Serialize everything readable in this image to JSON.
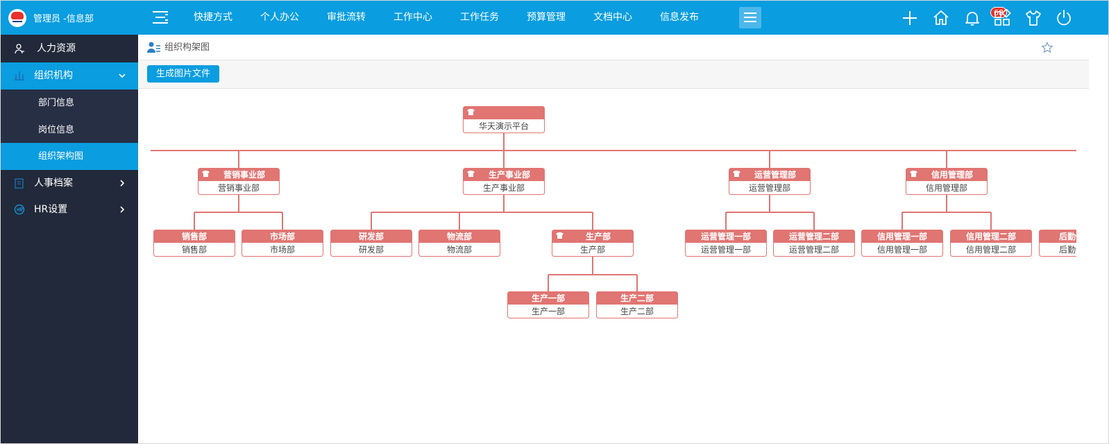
{
  "app": {
    "user_label": "管理员 -信息部",
    "nav": [
      "快捷方式",
      "个人办公",
      "审批流转",
      "工作中心",
      "工作任务",
      "预算管理",
      "文档中心",
      "信息发布"
    ],
    "notification_count": "68"
  },
  "sidebar": {
    "items": [
      {
        "label": "人力资源",
        "icon": "person-icon"
      },
      {
        "label": "组织机构",
        "icon": "org-icon",
        "expanded": true
      },
      {
        "label": "部门信息",
        "sub": true
      },
      {
        "label": "岗位信息",
        "sub": true
      },
      {
        "label": "组织架构图",
        "sub": true,
        "active": true
      },
      {
        "label": "人事档案",
        "icon": "archive-icon"
      },
      {
        "label": "HR设置",
        "icon": "hr-settings-icon"
      }
    ]
  },
  "main": {
    "breadcrumb": "组织构架图",
    "generate_button": "生成图片文件"
  },
  "org_chart": {
    "root": {
      "title": "",
      "name": "华天演示平台",
      "has_children": true
    },
    "level1": [
      {
        "title": "营销事业部",
        "name": "营销事业部",
        "has_children": true,
        "children": [
          {
            "title": "销售部",
            "name": "销售部"
          },
          {
            "title": "市场部",
            "name": "市场部"
          }
        ]
      },
      {
        "title": "生产事业部",
        "name": "生产事业部",
        "has_children": true,
        "children": [
          {
            "title": "研发部",
            "name": "研发部"
          },
          {
            "title": "物流部",
            "name": "物流部"
          },
          {
            "title": "生产部",
            "name": "生产部",
            "has_children": true,
            "children": [
              {
                "title": "生产一部",
                "name": "生产一部"
              },
              {
                "title": "生产二部",
                "name": "生产二部"
              }
            ]
          }
        ]
      },
      {
        "title": "运营管理部",
        "name": "运营管理部",
        "has_children": true,
        "children": [
          {
            "title": "运营管理一部",
            "name": "运营管理一部"
          },
          {
            "title": "运营管理二部",
            "name": "运营管理二部"
          }
        ]
      },
      {
        "title": "信用管理部",
        "name": "信用管理部",
        "has_children": true,
        "children": [
          {
            "title": "信用管理一部",
            "name": "信用管理一部"
          },
          {
            "title": "信用管理二部",
            "name": "信用管理二部"
          }
        ]
      },
      {
        "title": "后勤保障部",
        "name": "后勤保障部",
        "partial": true
      }
    ]
  },
  "colors": {
    "topbar": "#0a9de0",
    "sidebar": "#21293a",
    "node_header": "#e07572",
    "connector": "#e07572"
  }
}
